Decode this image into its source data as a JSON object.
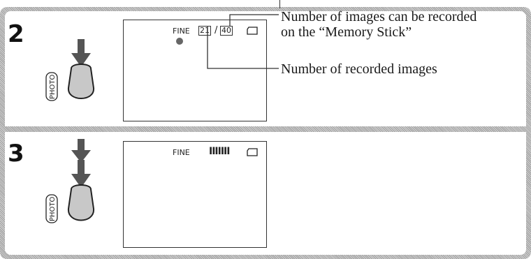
{
  "steps": [
    {
      "number": "2",
      "button_label": "PHOTO",
      "screen": {
        "quality": "FINE",
        "recorded": "21",
        "capacity": "40"
      },
      "callouts": {
        "capacity": "Number of images can be recorded\non the “Memory Stick”",
        "recorded": "Number of recorded images"
      }
    },
    {
      "number": "3",
      "button_label": "PHOTO",
      "screen": {
        "quality": "FINE",
        "progress_bars": "IIIIIII"
      }
    }
  ],
  "colors": {
    "frame": "#9a9a9a",
    "button_fill": "#c8c8c8",
    "arrow": "#555555"
  },
  "icons": [
    "arrow-down-icon",
    "photo-button-icon",
    "memory-stick-icon",
    "record-dot-icon"
  ]
}
